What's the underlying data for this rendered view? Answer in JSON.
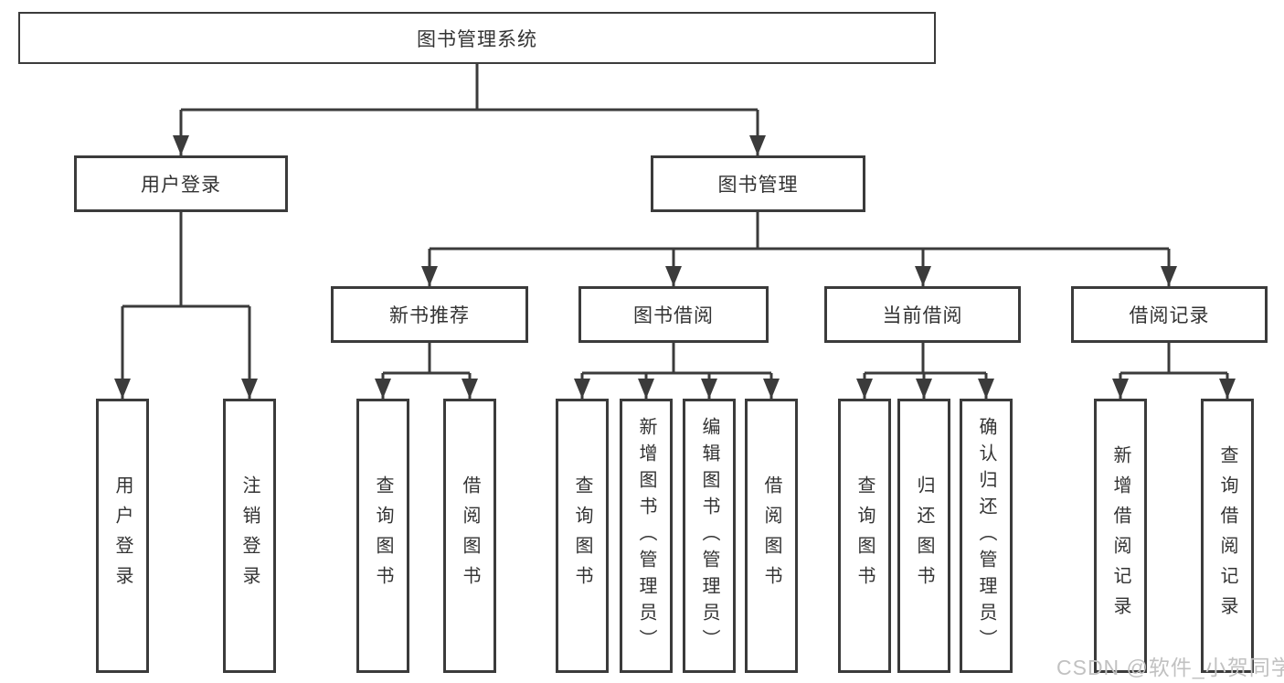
{
  "diagram": {
    "title": "图书管理系统",
    "watermark": "CSDN @软件_小贺同学",
    "colors": {
      "line": "#3b3b3b",
      "text": "#333333",
      "box_bg": "#ffffff",
      "watermark": "#c1c1c1"
    },
    "nodes": {
      "root": {
        "label": "图书管理系统"
      },
      "user_login": {
        "label": "用户登录"
      },
      "book_mgmt": {
        "label": "图书管理"
      },
      "new_book_rec": {
        "label": "新书推荐"
      },
      "book_borrow": {
        "label": "图书借阅"
      },
      "current_borrow": {
        "label": "当前借阅"
      },
      "borrow_records": {
        "label": "借阅记录"
      },
      "leaf_user_login": {
        "label": "用户登录"
      },
      "leaf_logout": {
        "label": "注销登录"
      },
      "leaf_rec_query": {
        "label": "查询图书"
      },
      "leaf_rec_borrow": {
        "label": "借阅图书"
      },
      "leaf_bb_query": {
        "label": "查询图书"
      },
      "leaf_bb_add": {
        "label": "新增图书（管理员）"
      },
      "leaf_bb_edit": {
        "label": "编辑图书（管理员）"
      },
      "leaf_bb_borrow": {
        "label": "借阅图书"
      },
      "leaf_cb_query": {
        "label": "查询图书"
      },
      "leaf_cb_return": {
        "label": "归还图书"
      },
      "leaf_cb_confirm": {
        "label": "确认归还（管理员）"
      },
      "leaf_br_add": {
        "label": "新增借阅记录"
      },
      "leaf_br_query": {
        "label": "查询借阅记录"
      }
    },
    "hierarchy": [
      {
        "parent": "root",
        "children": [
          "user_login",
          "book_mgmt"
        ]
      },
      {
        "parent": "user_login",
        "children": [
          "leaf_user_login",
          "leaf_logout"
        ]
      },
      {
        "parent": "book_mgmt",
        "children": [
          "new_book_rec",
          "book_borrow",
          "current_borrow",
          "borrow_records"
        ]
      },
      {
        "parent": "new_book_rec",
        "children": [
          "leaf_rec_query",
          "leaf_rec_borrow"
        ]
      },
      {
        "parent": "book_borrow",
        "children": [
          "leaf_bb_query",
          "leaf_bb_add",
          "leaf_bb_edit",
          "leaf_bb_borrow"
        ]
      },
      {
        "parent": "current_borrow",
        "children": [
          "leaf_cb_query",
          "leaf_cb_return",
          "leaf_cb_confirm"
        ]
      },
      {
        "parent": "borrow_records",
        "children": [
          "leaf_br_add",
          "leaf_br_query"
        ]
      }
    ]
  }
}
